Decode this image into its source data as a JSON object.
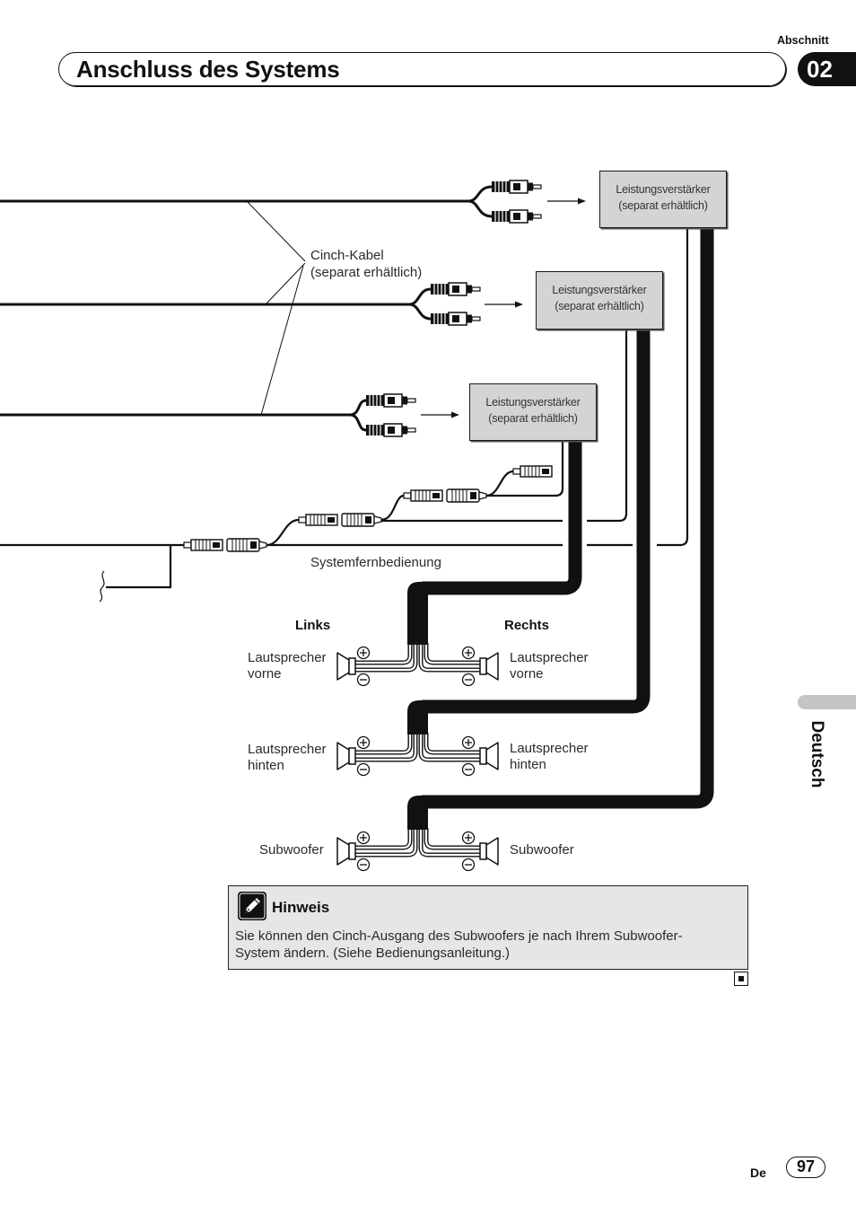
{
  "header": {
    "section_label": "Abschnitt",
    "title": "Anschluss des Systems",
    "section_number": "02"
  },
  "diagram": {
    "amplifiers": [
      {
        "line1": "Leistungsverstärker",
        "line2": "(separat erhältlich)"
      },
      {
        "line1": "Leistungsverstärker",
        "line2": "(separat erhältlich)"
      },
      {
        "line1": "Leistungsverstärker",
        "line2": "(separat erhältlich)"
      }
    ],
    "cinch_cable": {
      "line1": "Cinch-Kabel",
      "line2": "(separat erhältlich)"
    },
    "remote_label": "Systemfernbedienung",
    "left_heading": "Links",
    "right_heading": "Rechts",
    "speakers": {
      "front": {
        "left": {
          "line1": "Lautsprecher",
          "line2": "vorne"
        },
        "right": {
          "line1": "Lautsprecher",
          "line2": "vorne"
        }
      },
      "rear": {
        "left": {
          "line1": "Lautsprecher",
          "line2": "hinten"
        },
        "right": {
          "line1": "Lautsprecher",
          "line2": "hinten"
        }
      },
      "subwoofer": {
        "left": "Subwoofer",
        "right": "Subwoofer"
      }
    }
  },
  "note": {
    "icon": "pencil-icon",
    "heading": "Hinweis",
    "lines": [
      "Sie können den Cinch-Ausgang des Subwoofers je nach Ihrem Subwoofer-",
      "System ändern. (Siehe Bedienungsanleitung.)"
    ]
  },
  "end_mark_icon": "end-of-section-icon",
  "side_tab": {
    "label": "Deutsch"
  },
  "footer": {
    "language": "De",
    "page_number": "97"
  },
  "colors": {
    "amplifier_fill": "#d4d4d4",
    "note_fill": "#e6e6e6",
    "badge": "#111111",
    "side_tab": "#c4c4c4"
  }
}
